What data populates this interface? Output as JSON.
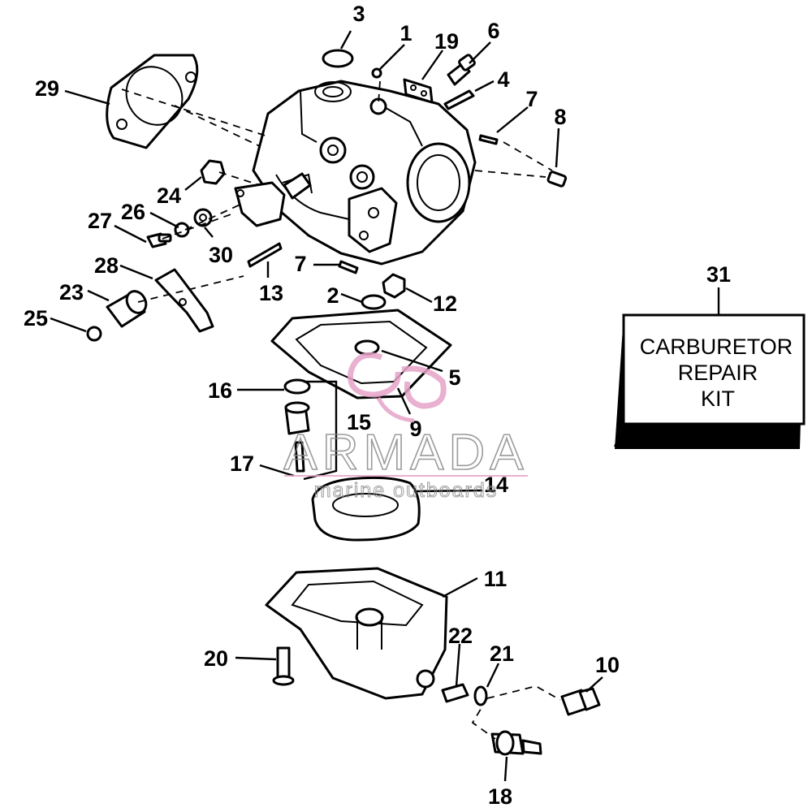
{
  "diagram": {
    "callouts": [
      "1",
      "2",
      "3",
      "4",
      "5",
      "6",
      "7",
      "7",
      "8",
      "9",
      "10",
      "11",
      "12",
      "13",
      "14",
      "15",
      "16",
      "17",
      "18",
      "19",
      "20",
      "21",
      "22",
      "23",
      "24",
      "25",
      "26",
      "27",
      "28",
      "29",
      "30",
      "31"
    ],
    "kit_box": {
      "lines": [
        "CARBURETOR",
        "REPAIR",
        "KIT"
      ]
    }
  },
  "watermark": {
    "brand": "ARMADA",
    "tagline": "marine outboards",
    "accent_color": "#e6a3c8"
  },
  "colors": {
    "ink": "#000000",
    "paper": "#ffffff",
    "watermark_gray": "#8a8a8a"
  }
}
